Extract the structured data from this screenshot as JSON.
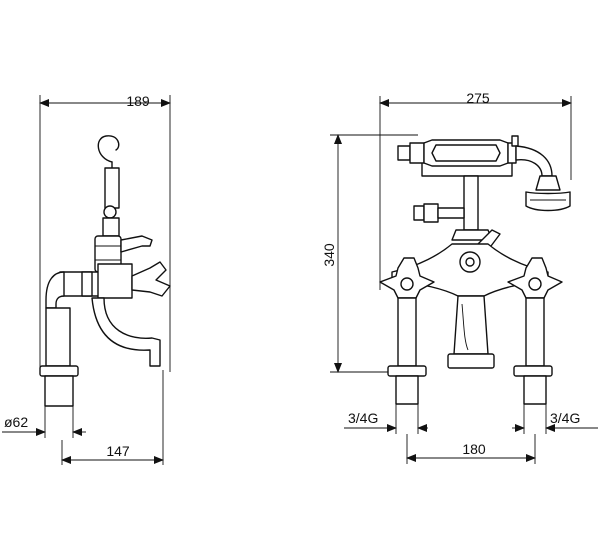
{
  "dimensions": {
    "side_width": "189",
    "front_width": "275",
    "height": "340",
    "leg_diameter": "ø62",
    "spout_projection": "147",
    "left_thread": "3/4G",
    "right_thread": "3/4G",
    "centres": "180"
  }
}
